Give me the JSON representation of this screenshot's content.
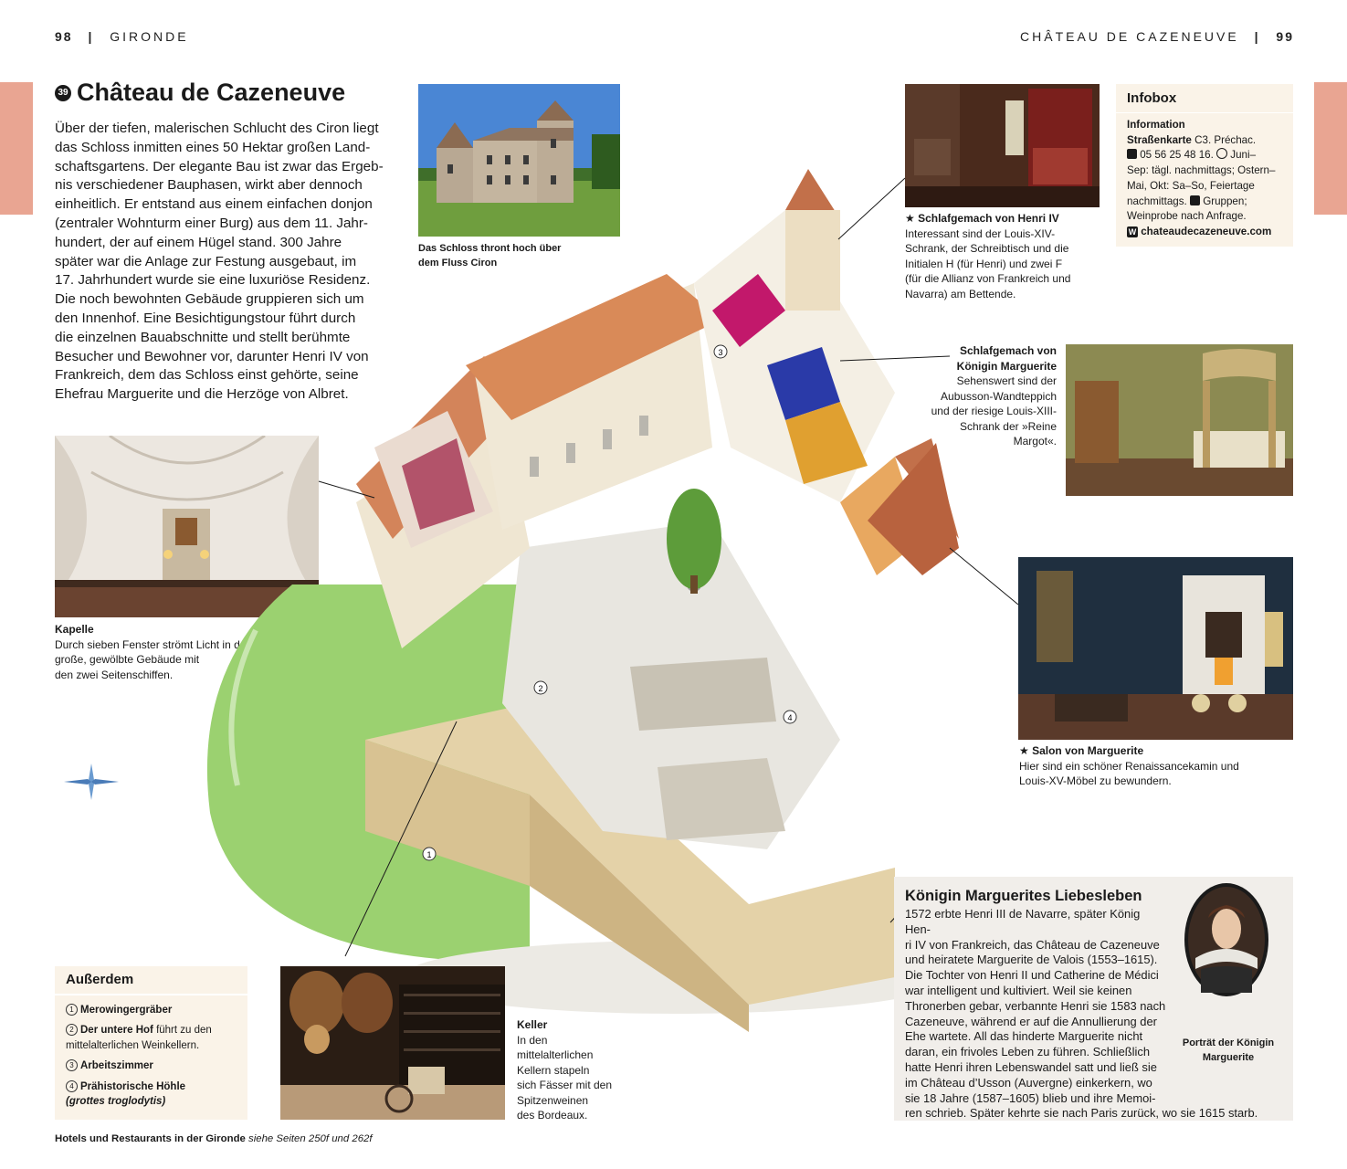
{
  "header": {
    "left_page": "98",
    "left_section": "GIRONDE",
    "right_section": "CHÂTEAU DE CAZENEUVE",
    "right_page": "99"
  },
  "title": {
    "number": "39",
    "text": "Château de Cazeneuve"
  },
  "intro_lines": [
    "Über der tiefen, malerischen Schlucht des Ciron liegt",
    "das Schloss inmitten eines 50 Hektar großen Land-",
    "schaftsgartens. Der elegante Bau ist zwar das Ergeb-",
    "nis verschiedener Bauphasen, wirkt aber dennoch",
    "einheitlich. Er entstand aus einem einfachen donjon",
    "(zentraler Wohnturm einer Burg) aus dem 11. Jahr-",
    "hundert, der auf einem Hügel stand. 300 Jahre",
    "später war die Anlage zur Festung ausgebaut, im",
    "17. Jahrhundert wurde sie eine luxuriöse Residenz.",
    "Die noch bewohnten Gebäude gruppieren sich um",
    "den Innenhof. Eine Besichtigungstour führt durch",
    "die einzelnen Bauabschnitte und stellt berühmte",
    "Besucher und Bewohner vor, darunter Henri IV von",
    "Frankreich, dem das Schloss einst gehörte, seine",
    "Ehefrau Marguerite und die Herzöge von Albret."
  ],
  "photo_castle_caption": [
    "Das Schloss thront hoch über",
    "dem Fluss Ciron"
  ],
  "chapel": {
    "title": "Kapelle",
    "lines": [
      "Durch sieben Fenster strömt Licht in das",
      "große, gewölbte Gebäude mit",
      "den zwei Seitenschiffen."
    ]
  },
  "henri": {
    "title": "★ Schlafgemach von Henri IV",
    "lines": [
      "Interessant sind der Louis-XIV-",
      "Schrank, der Schreibtisch und die",
      "Initialen H (für Henri) und zwei F",
      "(für die Allianz von Frankreich und",
      "Navarra) am Bettende."
    ]
  },
  "marguerite_room": {
    "title_lines": [
      "Schlafgemach von",
      "Königin Marguerite"
    ],
    "lines": [
      "Sehenswert sind der",
      "Aubusson-Wandteppich",
      "und der riesige Louis-XIII-",
      "Schrank der »Reine",
      "Margot«."
    ]
  },
  "salon": {
    "title": "★ Salon von Marguerite",
    "lines": [
      "Hier sind ein schöner Renaissancekamin und",
      "Louis-XV-Möbel zu bewundern."
    ]
  },
  "cellar": {
    "title": "Keller",
    "lines": [
      "In den",
      "mittelalterlichen",
      "Kellern stapeln",
      "sich Fässer mit den",
      "Spitzenweinen",
      "des Bordeaux."
    ]
  },
  "infobox": {
    "title": "Infobox",
    "info_label": "Information",
    "map_label": "Straßenkarte",
    "map_value": "C3. Préchac.",
    "phone_icon": "phone-icon",
    "phone": "05 56 25 48 16.",
    "hours_icon": "clock-icon",
    "hours_line1": "Juni–",
    "hours_rest": [
      "Sep: tägl. nachmittags; Ostern–",
      "Mai, Okt: Sa–So, Feiertage"
    ],
    "hours_last": "nachmittags.",
    "groups_icon": "wheelchair-icon",
    "groups_text": "Gruppen;",
    "wine_line": "Weinprobe nach Anfrage.",
    "web_icon": "web-icon",
    "web_badge": "W",
    "web": "chateaudecazeneuve.com"
  },
  "ausserdem": {
    "title": "Außerdem",
    "items": [
      {
        "n": "1",
        "bold": "Merowingergräber",
        "rest": "",
        "rest2": ""
      },
      {
        "n": "2",
        "bold": "Der untere Hof",
        "rest": " führt zu den",
        "rest2": "mittelalterlichen Weinkellern."
      },
      {
        "n": "3",
        "bold": "Arbeitszimmer",
        "rest": "",
        "rest2": ""
      },
      {
        "n": "4",
        "bold": "Prähistorische Höhle",
        "rest": "",
        "rest2": "(grottes troglodytis)"
      }
    ]
  },
  "story": {
    "title": "Königin Marguerites Liebesleben",
    "lines": [
      "1572 erbte Henri III de Navarre, später König Hen-",
      "ri IV von Frankreich, das Château de Cazeneuve",
      "und heiratete Marguerite de Valois (1553–1615).",
      "Die Tochter von Henri II und Catherine de Médici",
      "war intelligent und kultiviert. Weil sie keinen",
      "Thronerben gebar, verbannte Henri sie 1583 nach",
      "Cazeneuve, während er auf die Annullierung der",
      "Ehe wartete. All das hinderte Marguerite nicht",
      "daran, ein frivoles Leben zu führen. Schließlich",
      "hatte Henri ihren Lebenswandel satt und ließ sie",
      "im Château d’Usson (Auvergne) einkerkern, wo",
      "sie 18 Jahre (1587–1605) blieb und ihre Memoi-"
    ],
    "last_line": "ren schrieb. Später kehrte sie nach Paris zurück, wo sie 1615 starb.",
    "portrait_caption": [
      "Porträt der Königin",
      "Marguerite"
    ]
  },
  "diagram_numbers": [
    "1",
    "2",
    "3",
    "4"
  ],
  "footer": {
    "bold": "Hotels und Restaurants in der Gironde",
    "italic": " siehe Seiten 250f und 262f"
  }
}
